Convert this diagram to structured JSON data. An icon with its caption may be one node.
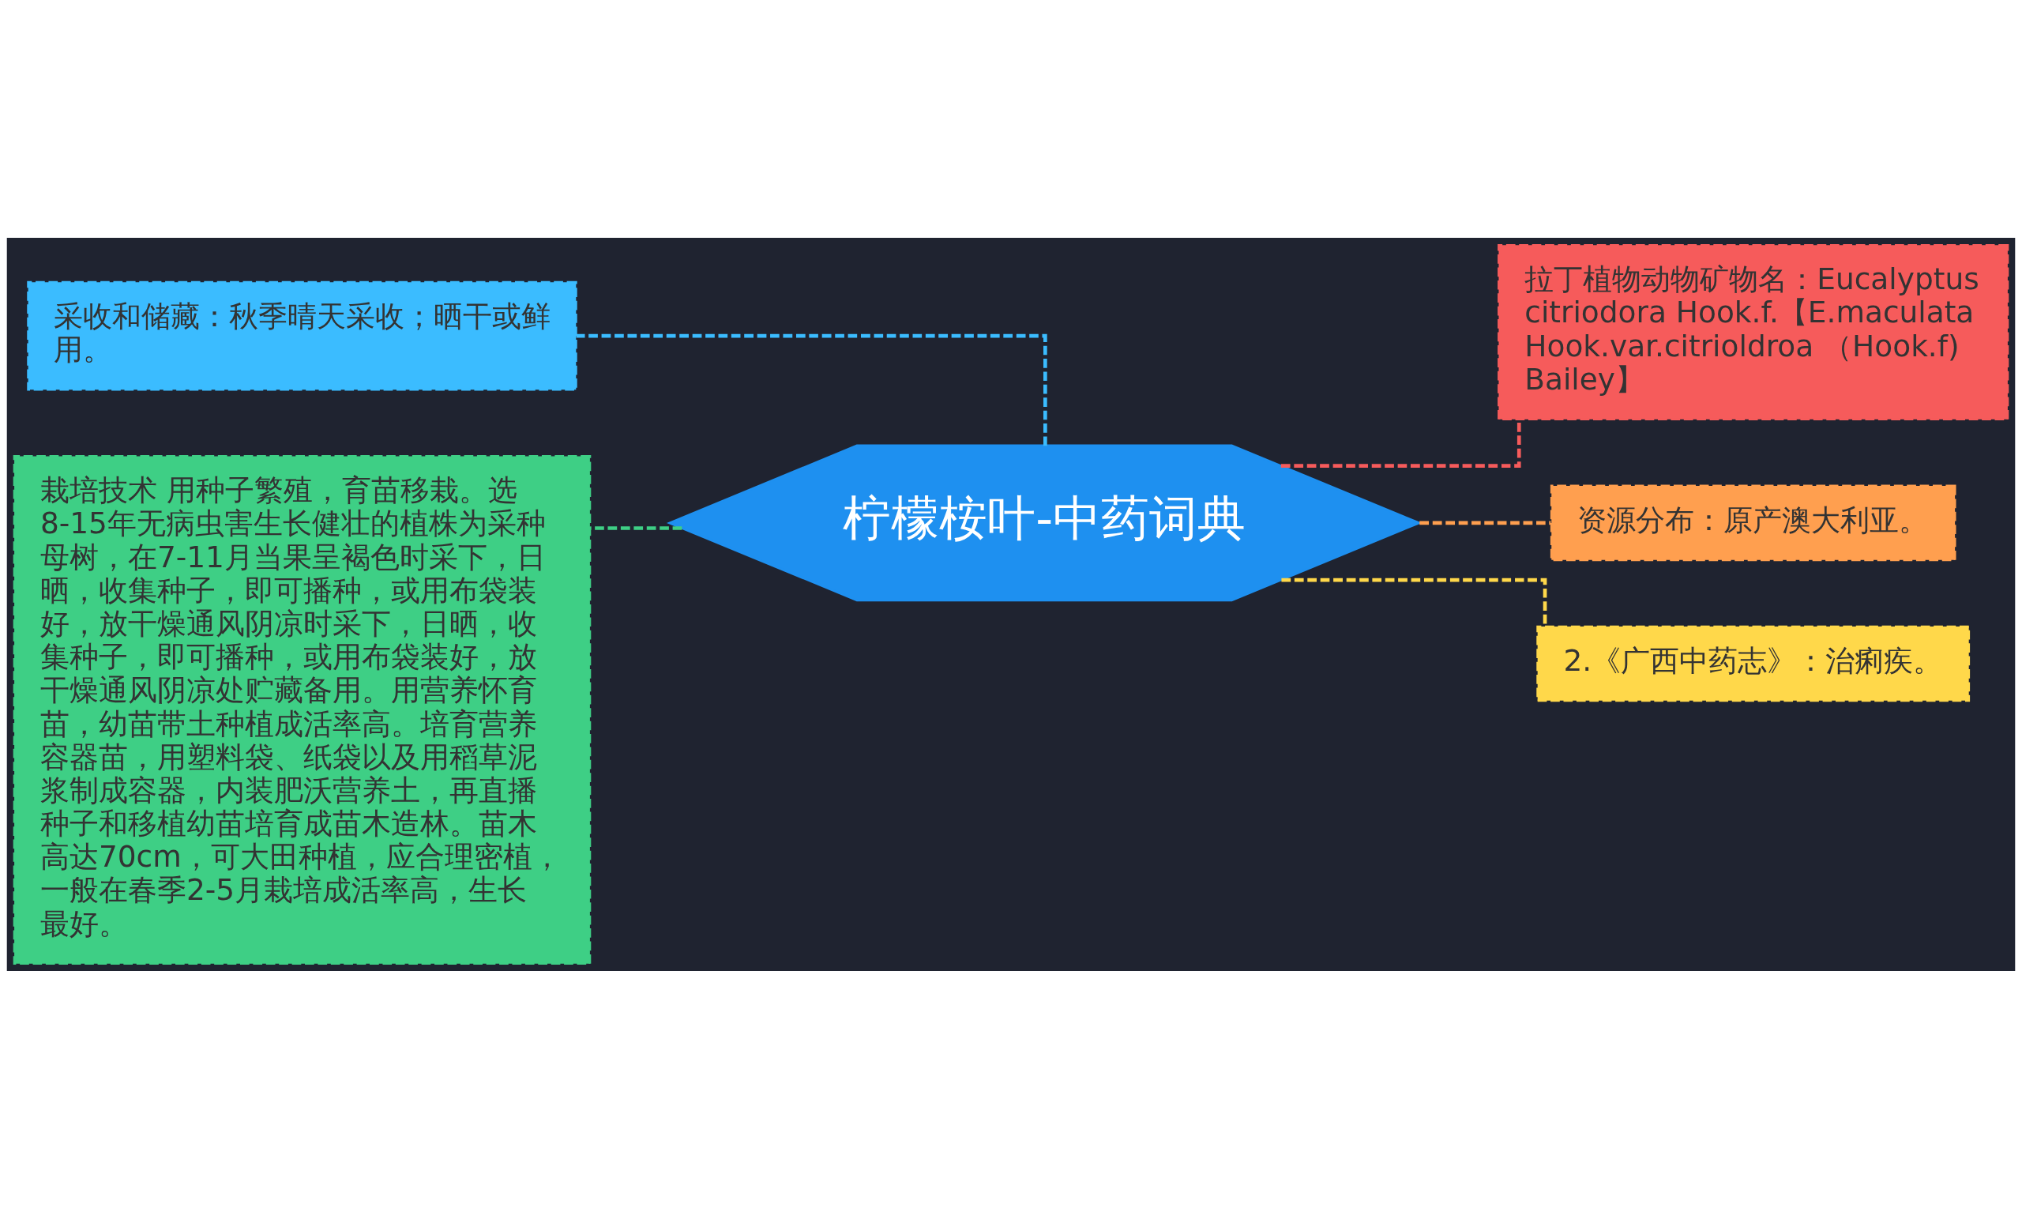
{
  "diagram": {
    "nodes": [
      {
        "text": [
          "柠檬桉叶-中药词典"
        ]
      },
      {
        "text": [
          "采收和储藏：秋季晴天采收；晒干或鲜用。"
        ]
      },
      {
        "text": [
          "栽培技术 用种子繁殖，育苗移栽。选8-15年无病虫害生长健壮的植株为采种母树，在7-11月当果呈褐色时采下，日晒，收集种子，即可播种，或用布袋装好，放干燥通风阴凉时采下，日晒，收集种子，即可播种，或用布袋装好，放干燥通风阴凉处贮藏备用。用营养怀育苗，幼苗带土种植成活率高。培育营养容器苗，用塑料袋、纸袋以及用稻草泥浆制成容器，内装肥沃营养土，再直播种子和移植幼苗培育成苗木造林。苗木高达70cm，可大田种植，应合理密植，一般在春季2-5月栽培成活率高，生长最好。"
        ]
      },
      {
        "text": [
          "拉丁植物动物矿物名：Eucalyptus citriodora Hook.f.【E.maculata Hook.var.citrioldroa （Hook.f) Bailey】"
        ]
      },
      {
        "text": [
          "资源分布：原产澳大利亚。"
        ]
      },
      {
        "text": [
          "2.《广西中药志》：治痢疾。"
        ]
      }
    ],
    "edges": [
      {
        "from": 0,
        "to": 1,
        "arrow": "none",
        "color": "#3bbcff"
      },
      {
        "from": 0,
        "to": 2,
        "arrow": "none",
        "color": "#3ecf85"
      },
      {
        "from": 0,
        "to": 3,
        "arrow": "none",
        "color": "#f65b5b"
      },
      {
        "from": 0,
        "to": 4,
        "arrow": "none",
        "color": "#ff9f4f"
      },
      {
        "from": 0,
        "to": 5,
        "arrow": "none",
        "color": "#ffd84a"
      }
    ]
  }
}
